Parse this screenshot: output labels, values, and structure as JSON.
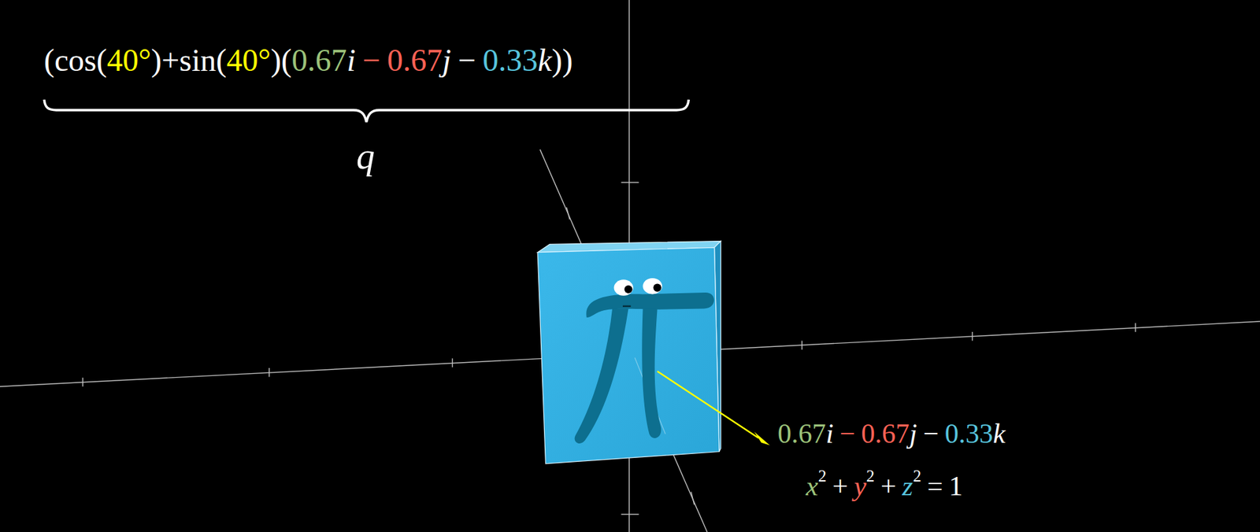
{
  "diagram": {
    "labels": [
      "(cos(",
      "40°",
      ")+sin(",
      "40°",
      ")(",
      "0.67",
      "i",
      "−",
      "0.67",
      "j",
      "−",
      "0.33",
      "k",
      "))",
      "q",
      "0.67",
      "i",
      "−",
      "0.67",
      "j",
      "−",
      "0.33",
      "k",
      "x",
      "2",
      "+",
      "y",
      "2",
      "+",
      "z",
      "2",
      "=",
      "1"
    ]
  }
}
